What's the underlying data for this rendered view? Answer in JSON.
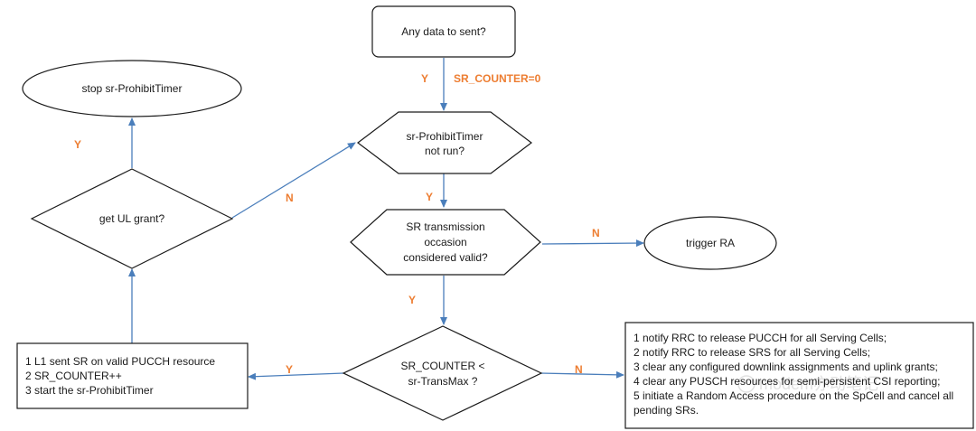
{
  "colors": {
    "edge": "#4a7ebb",
    "edge_label": "#ed7d31",
    "shape_border": "#1a1a1a",
    "watermark": "#c9c9c9"
  },
  "nodes": {
    "start": "Any data to sent?",
    "stop_timer": "stop sr-ProhibitTimer",
    "prohibit_check": [
      "sr-ProhibitTimer",
      "not run?"
    ],
    "ul_grant": "get UL grant?",
    "occasion_check": [
      "SR transmission",
      "occasion",
      "considered valid?"
    ],
    "trigger_ra": "trigger RA",
    "counter_check": [
      "SR_COUNTER <",
      "sr-TransMax ?"
    ],
    "send_sr": [
      "1 L1 sent SR on valid PUCCH resource",
      "2 SR_COUNTER++",
      "3 start the sr-ProhibitTimer"
    ],
    "release": [
      "1 notify RRC to release PUCCH for all Serving Cells;",
      "2 notify RRC to release SRS for all Serving Cells;",
      "3 clear any configured downlink assignments and uplink grants;",
      "4 clear any PUSCH resources for semi-persistent CSI reporting;",
      "5 initiate a Random Access procedure on the SpCell and cancel all",
      "pending SRs."
    ]
  },
  "edge_labels": {
    "start_yes": "Y",
    "counter_init": "SR_COUNTER=0",
    "grant_yes": "Y",
    "grant_no": "N",
    "prohibit_yes": "Y",
    "occasion_no": "N",
    "occasion_yes": "Y",
    "counter_yes": "Y",
    "counter_no": "N"
  },
  "watermark": "modem亦动笔记"
}
